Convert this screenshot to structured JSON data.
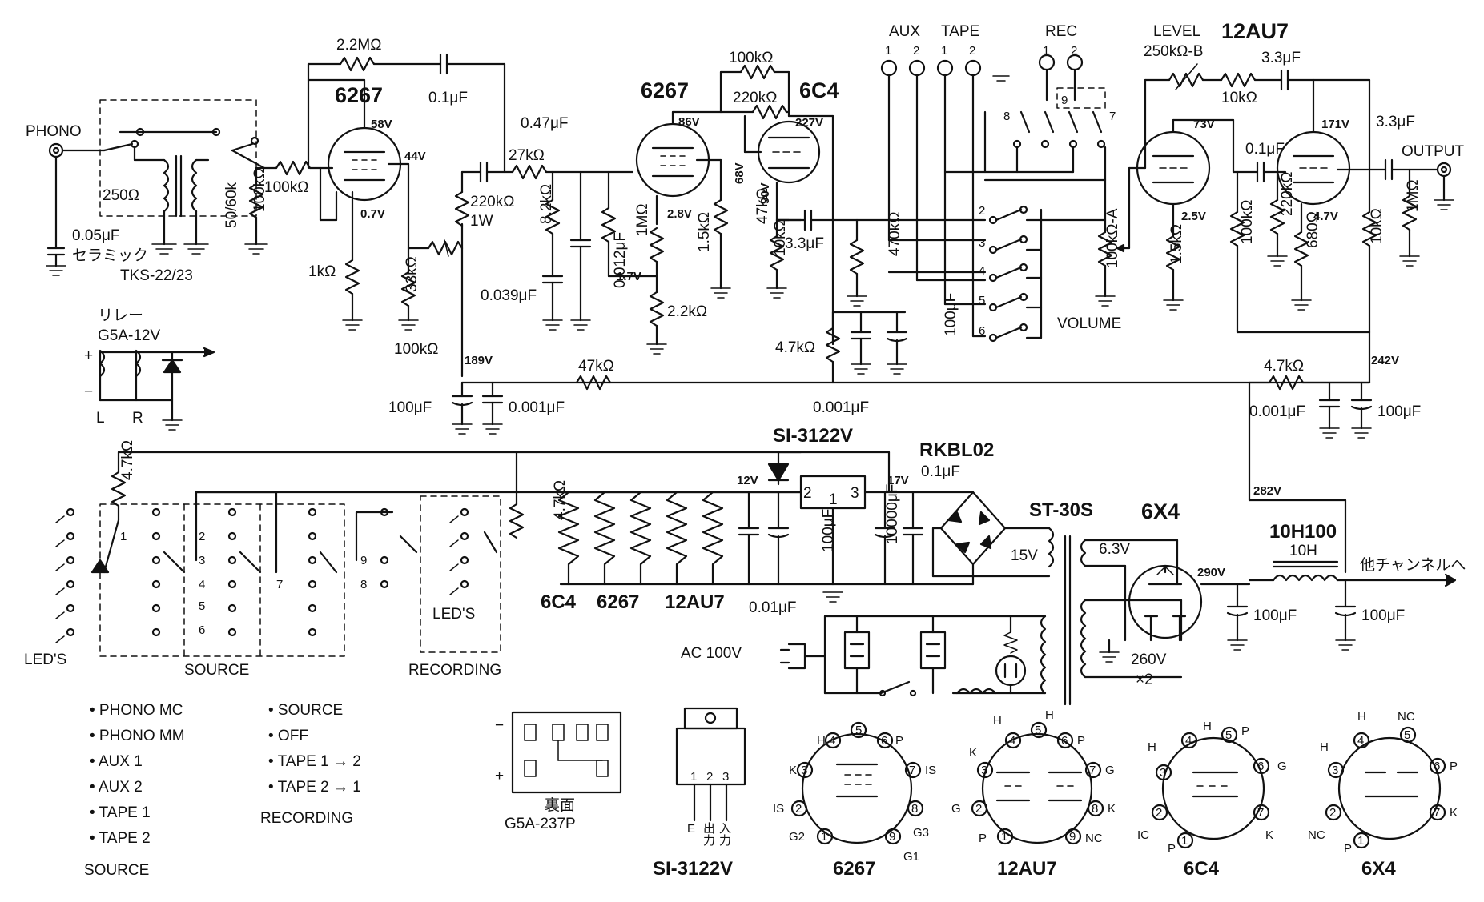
{
  "tubes": {
    "v1": "6267",
    "v2": "6267",
    "v3": "6C4",
    "v4": "12AU7",
    "rect": "6X4",
    "reg": "SI-3122V",
    "bridge": "RKBL02",
    "ptrans": "ST-30S",
    "choke": "10H100",
    "choke_val": "10H"
  },
  "phono": {
    "label": "PHONO",
    "cap": "0.05μF",
    "cap_note": "セラミック",
    "trans": "TKS-22/23",
    "imp_low": "250Ω",
    "imp_high": "50/60k",
    "r_load": "100kΩ"
  },
  "stage1": {
    "r_fb": "2.2MΩ",
    "c_fb": "0.1μF",
    "r_grid": "100kΩ",
    "r_k": "1kΩ",
    "r_pot_fixed": "33kΩ",
    "r_pot": "100kΩ",
    "r_plate": "220kΩ",
    "r_plate_w": "1W",
    "c_couple": "0.47μF",
    "v_plate": "58V",
    "v_g2": "44V",
    "v_k": "0.7V"
  },
  "eq": {
    "r1": "27kΩ",
    "r2": "8.2kΩ",
    "c1": "0.039μF",
    "c2": "0.012μF"
  },
  "stage2": {
    "r_fb": "100kΩ",
    "r_fb2": "220kΩ",
    "r_g": "1MΩ",
    "r_k1": "1.5kΩ",
    "r_k2": "2.2kΩ",
    "r_g2": "47kΩ",
    "v_plate": "86V",
    "v_k": "2.8V",
    "v_k2": "1.7V",
    "v_g2": "68V"
  },
  "stage3": {
    "v_plate": "227V",
    "v_k": "90V",
    "r_k": "10kΩ",
    "c_out": "3.3μF",
    "r_out": "470kΩ",
    "r_dec": "4.7kΩ",
    "c_dec1": "0.001μF",
    "c_dec2": "100μF"
  },
  "supply": {
    "v189": "189V",
    "r47k": "47kΩ",
    "c100": "100μF",
    "c0001": "0.001μF",
    "v242": "242V",
    "r4k7": "4.7kΩ",
    "v282": "282V",
    "v290": "290V",
    "note_other": "他チャンネルへ",
    "ac": "AC 100V",
    "v_heater": "6.3V",
    "v_hv": "260V",
    "v_hv_x": "×2",
    "v12": "12V",
    "v17": "17V",
    "v15": "15V",
    "c_cap": "0.1μF",
    "c_big": "10000μF",
    "c_reg": "100μF",
    "c_reg_small": "0.01μF",
    "pin1": "1",
    "pin2": "2",
    "pin3": "3",
    "heater_a": "6C4",
    "heater_b": "6267",
    "heater_c": "12AU7"
  },
  "jacks": {
    "aux": "AUX",
    "tape": "TAPE",
    "rec": "REC",
    "n1": "1",
    "n2": "2",
    "sw_nums": [
      "2",
      "3",
      "4",
      "5",
      "6"
    ],
    "n7": "7",
    "n8": "8",
    "n9": "9"
  },
  "out": {
    "level": "LEVEL",
    "level_val": "250kΩ-B",
    "r10k": "10kΩ",
    "c33": "3.3μF",
    "c01": "0.1μF",
    "c33_out": "3.3μF",
    "output": "OUTPUT",
    "r_1m": "1MΩ",
    "r_10k_b": "10kΩ",
    "r_680": "680Ω",
    "r_220k": "220kΩ",
    "r_100k": "100kΩ",
    "r_1k5": "1.5kΩ",
    "volume": "VOLUME",
    "volume_val": "100kΩ-A",
    "v73": "73V",
    "v25": "2.5V",
    "v171": "171V",
    "v47": "4.7V"
  },
  "relay": {
    "title": "リレー",
    "model": "G5A-12V",
    "l": "L",
    "r": "R",
    "plus": "+",
    "minus": "−"
  },
  "leds": {
    "r1": "4.7kΩ",
    "r2": "4.7kΩ",
    "led": "LED'S",
    "source": "SOURCE",
    "recording": "RECORDING",
    "src_nums": [
      "1",
      "2",
      "3",
      "4",
      "5",
      "6"
    ],
    "rec_nums": [
      "7",
      "8",
      "9"
    ]
  },
  "legend": {
    "source_items": [
      "• PHONO MC",
      "• PHONO MM",
      "• AUX 1",
      "• AUX 2",
      "• TAPE 1",
      "• TAPE 2"
    ],
    "source_title": "SOURCE",
    "rec_items": [
      "• SOURCE",
      "• OFF",
      "• TAPE 1 → 2",
      "• TAPE 2 → 1"
    ],
    "rec_title": "RECORDING"
  },
  "pinouts": {
    "relay_back": "裏面",
    "relay_model": "G5A-237P",
    "reg_name": "SI-3122V",
    "reg_pins": [
      "1",
      "2",
      "3"
    ],
    "reg_e": "E",
    "reg_out1": "出",
    "reg_out2": "力",
    "reg_in1": "入",
    "reg_in2": "力",
    "t6267": "6267",
    "t12au7": "12AU7",
    "t6c4": "6C4",
    "t6x4": "6X4",
    "p6267": [
      [
        "H",
        "4"
      ],
      [
        "5"
      ],
      [
        "P",
        "6"
      ],
      [
        "K",
        "3"
      ],
      [
        "IS",
        "7"
      ],
      [
        "IS",
        "2"
      ],
      [
        "8"
      ],
      [
        "G2",
        "1"
      ],
      [
        "9"
      ],
      [
        "G3"
      ],
      [
        "G1"
      ]
    ],
    "p12au7": [
      [
        "H",
        "4"
      ],
      [
        "H",
        "5"
      ],
      [
        "P",
        "6"
      ],
      [
        "K",
        "3"
      ],
      [
        "G",
        "7"
      ],
      [
        "G",
        "2"
      ],
      [
        "K",
        "8"
      ],
      [
        "P",
        "1"
      ],
      [
        "NC",
        "9"
      ]
    ],
    "p6c4": [
      [
        "H",
        "4"
      ],
      [
        "H"
      ],
      [
        "P",
        "5"
      ],
      [
        "H",
        "3"
      ],
      [
        "G",
        "6"
      ],
      [
        "IC",
        "2"
      ],
      [
        "K",
        "7"
      ],
      [
        "P",
        "1"
      ]
    ],
    "p6x4": [
      [
        "H",
        "4"
      ],
      [
        "NC",
        "5"
      ],
      [
        "H",
        "3"
      ],
      [
        "P",
        "6"
      ],
      [
        "NC",
        "2"
      ],
      [
        "K",
        "7"
      ],
      [
        "P",
        "1"
      ]
    ]
  }
}
